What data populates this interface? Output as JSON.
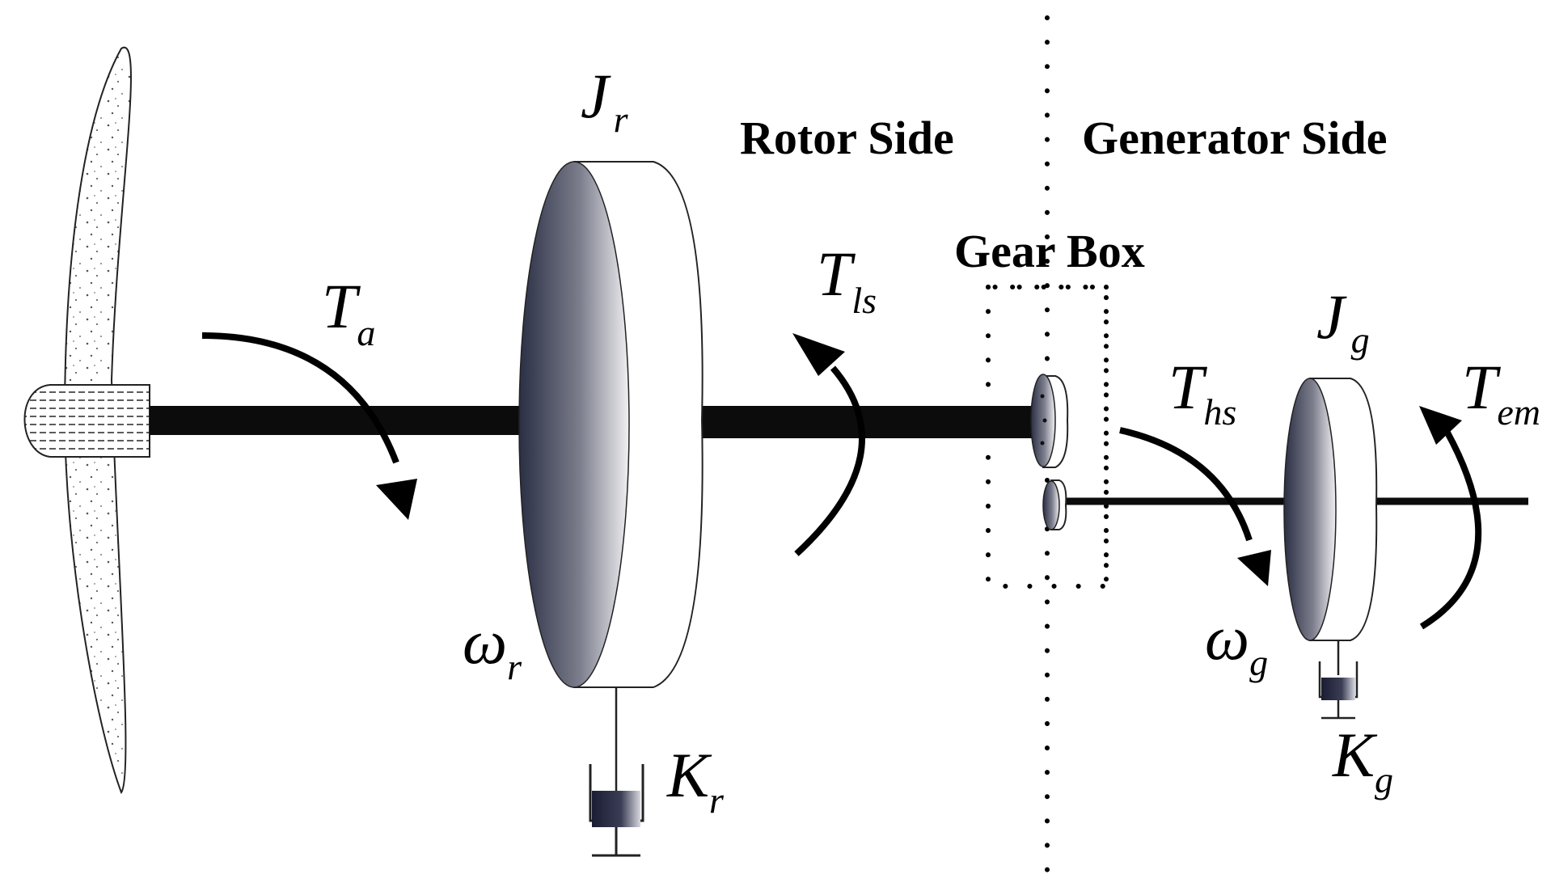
{
  "labels": {
    "rotor_side": "Rotor Side",
    "generator_side": "Generator Side",
    "gear_box": "Gear Box"
  },
  "symbols": {
    "jr": {
      "main": "J",
      "sub": "r"
    },
    "jg": {
      "main": "J",
      "sub": "g"
    },
    "ta": {
      "main": "T",
      "sub": "a"
    },
    "tls": {
      "main": "T",
      "sub": "ls"
    },
    "ths": {
      "main": "T",
      "sub": "hs"
    },
    "tem": {
      "main": "T",
      "sub": "em"
    },
    "omega_r": {
      "main": "ω",
      "sub": "r"
    },
    "omega_g": {
      "main": "ω",
      "sub": "g"
    },
    "kr": {
      "main": "K",
      "sub": "r"
    },
    "kg": {
      "main": "K",
      "sub": "g"
    }
  }
}
